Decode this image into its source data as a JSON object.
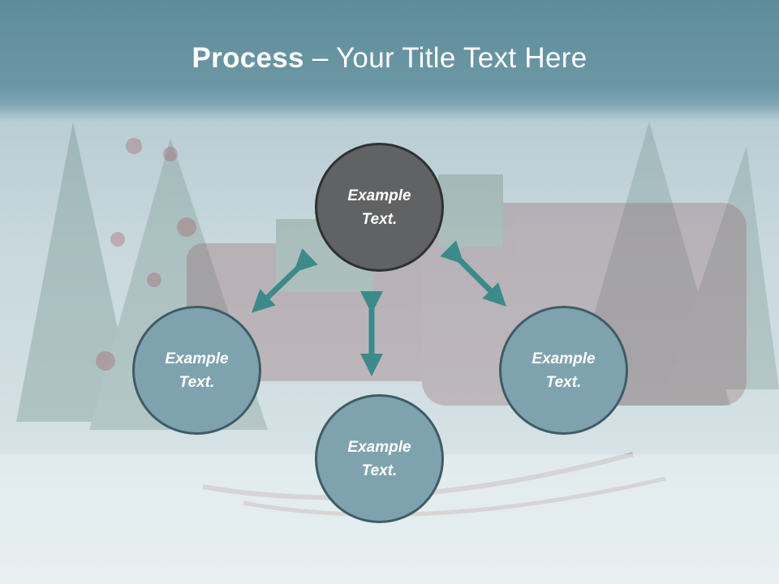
{
  "title": {
    "strong": "Process",
    "rest": " – Your Title Text Here"
  },
  "diagram": {
    "nodes": [
      {
        "id": "top",
        "text_line1": "Example",
        "text_line2": "Text."
      },
      {
        "id": "left",
        "text_line1": "Example",
        "text_line2": "Text."
      },
      {
        "id": "right",
        "text_line1": "Example",
        "text_line2": "Text."
      },
      {
        "id": "bottom",
        "text_line1": "Example",
        "text_line2": "Text."
      }
    ],
    "arrows": [
      "top-left",
      "top-right",
      "top-bottom"
    ]
  },
  "colors": {
    "circle_fill": "#7fa3ae",
    "circle_border": "#3f5c66",
    "active_fill": "#616263",
    "arrow": "#3d8a8a",
    "title_bar": "#6b97a5"
  }
}
